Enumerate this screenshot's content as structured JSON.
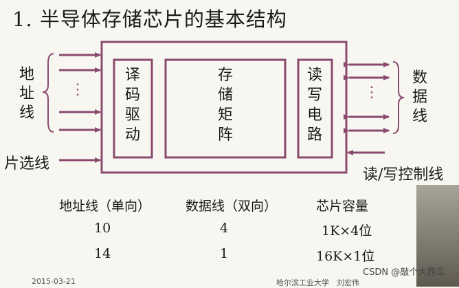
{
  "title": "1. 半导体存储芯片的基本结构",
  "diagram": {
    "address_lines_label": [
      "地",
      "址",
      "线"
    ],
    "decoder_label": [
      "译",
      "码",
      "驱",
      "动"
    ],
    "matrix_label": [
      "存",
      "储",
      "矩",
      "阵"
    ],
    "rw_circuit_label": [
      "读",
      "写",
      "电",
      "路"
    ],
    "data_lines_label": [
      "数",
      "据",
      "线"
    ],
    "chip_select_label": "片选线",
    "rw_control_label": "读/写控制线",
    "ellipsis": "⋮",
    "colors": {
      "line": "#8a4a6e"
    }
  },
  "table": {
    "headers": [
      "地址线（单向）",
      "数据线（双向）",
      "芯片容量"
    ],
    "rows": [
      [
        "10",
        "4",
        "1K×4位"
      ],
      [
        "14",
        "1",
        "16K×1位"
      ]
    ]
  },
  "footer": {
    "date": "2015-03-21",
    "institution": "哈尔滨工业大学",
    "author": "刘宏伟",
    "watermark": "CSDN @敲个大西瓜"
  }
}
